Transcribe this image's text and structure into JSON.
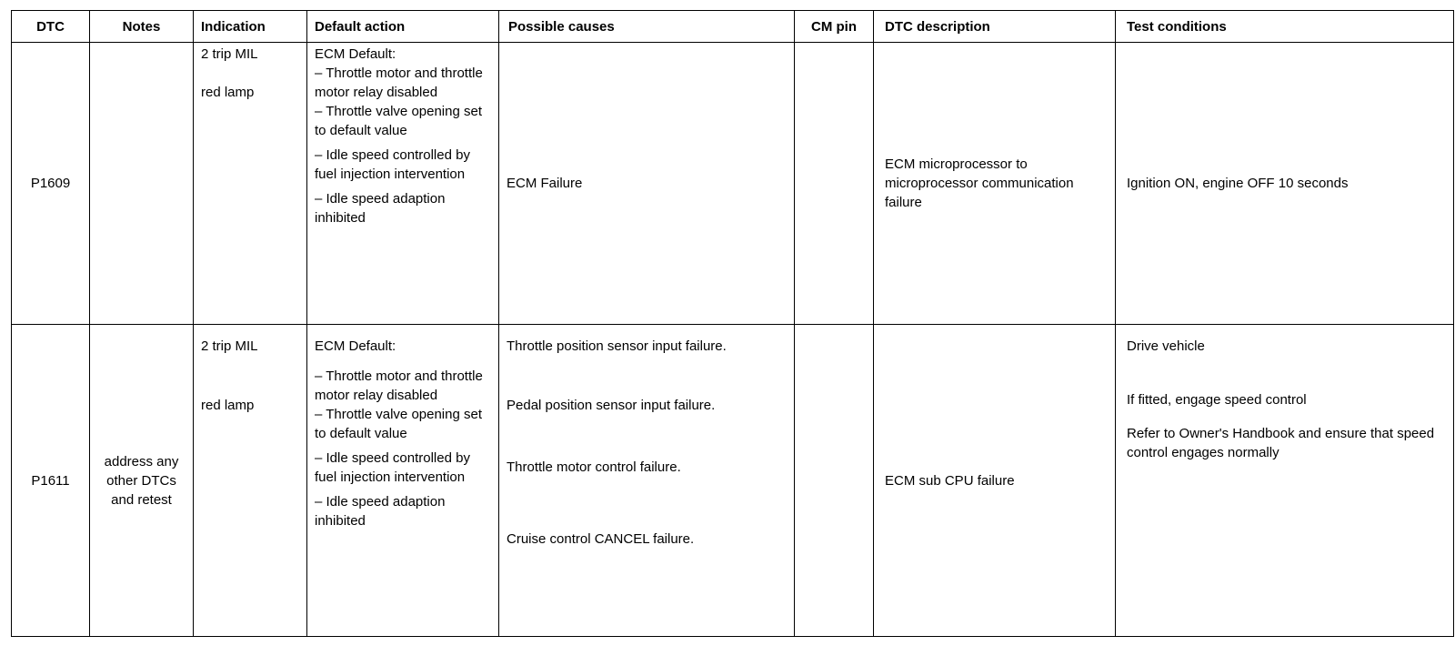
{
  "table": {
    "headers": {
      "dtc": "DTC",
      "notes": "Notes",
      "indication": "Indication",
      "default_action": "Default action",
      "possible_causes": "Possible causes",
      "cm_pin": "CM pin",
      "dtc_description": "DTC description",
      "test_conditions": "Test conditions"
    },
    "rows": [
      {
        "dtc": "P1609",
        "notes": "",
        "indication": [
          "2 trip MIL",
          "red lamp"
        ],
        "default_action": [
          "ECM Default:",
          "– Throttle motor and throttle motor relay disabled",
          "– Throttle valve opening set to default value",
          "– Idle speed controlled by fuel injection intervention",
          "– Idle speed adaption inhibited"
        ],
        "possible_causes": [
          "ECM Failure"
        ],
        "cm_pin": "",
        "dtc_description": "ECM microprocessor to microprocessor communication failure",
        "test_conditions": [
          "Ignition ON, engine OFF 10 seconds"
        ]
      },
      {
        "dtc": "P1611",
        "notes": "address any other DTCs and retest",
        "indication": [
          "2 trip MIL",
          "red lamp"
        ],
        "default_action": [
          "ECM Default:",
          "– Throttle motor and throttle motor relay disabled",
          "– Throttle valve opening set to default value",
          "– Idle speed controlled by fuel injection intervention",
          "– Idle speed adaption inhibited"
        ],
        "possible_causes": [
          "Throttle position sensor input failure.",
          "Pedal position sensor input failure.",
          "Throttle motor control failure.",
          "Cruise control CANCEL failure."
        ],
        "cm_pin": "",
        "dtc_description": "ECM sub CPU failure",
        "test_conditions": [
          "Drive vehicle",
          "If fitted, engage speed control",
          "Refer to Owner's Handbook and ensure that speed control engages normally"
        ]
      }
    ]
  }
}
